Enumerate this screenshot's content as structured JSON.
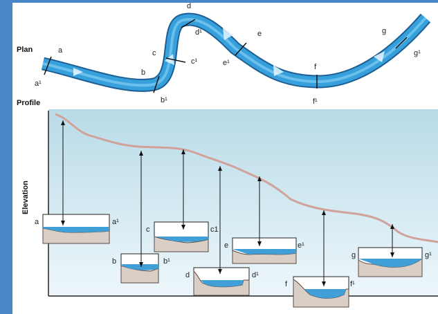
{
  "headings": {
    "plan": "Plan",
    "profile": "Profile",
    "elevation_axis": "Elevation"
  },
  "plan_markers": [
    {
      "start": "a",
      "end": "a¹"
    },
    {
      "start": "b",
      "end": "b¹"
    },
    {
      "start": "c",
      "end": "c¹"
    },
    {
      "start": "d",
      "end": "d¹"
    },
    {
      "start": "e",
      "end": "e¹"
    },
    {
      "start": "f",
      "end": "f¹"
    },
    {
      "start": "g",
      "end": "g¹"
    }
  ],
  "cross_sections": [
    {
      "left": "a",
      "right": "a¹"
    },
    {
      "left": "b",
      "right": "b¹"
    },
    {
      "left": "c",
      "right": "c1"
    },
    {
      "left": "d",
      "right": "d¹"
    },
    {
      "left": "e",
      "right": "e¹"
    },
    {
      "left": "f",
      "right": "f¹"
    },
    {
      "left": "g",
      "right": "g¹"
    }
  ],
  "colors": {
    "background_border": "#4a86c8",
    "river": "#2f8fd0",
    "river_edge": "#1d5f93",
    "water": "#3f9fd6",
    "ground": "#d9cfc6",
    "profile_line": "#d1a29a",
    "profile_sky_top": "#b8dbe8",
    "profile_sky_bottom": "#eef7fb"
  }
}
